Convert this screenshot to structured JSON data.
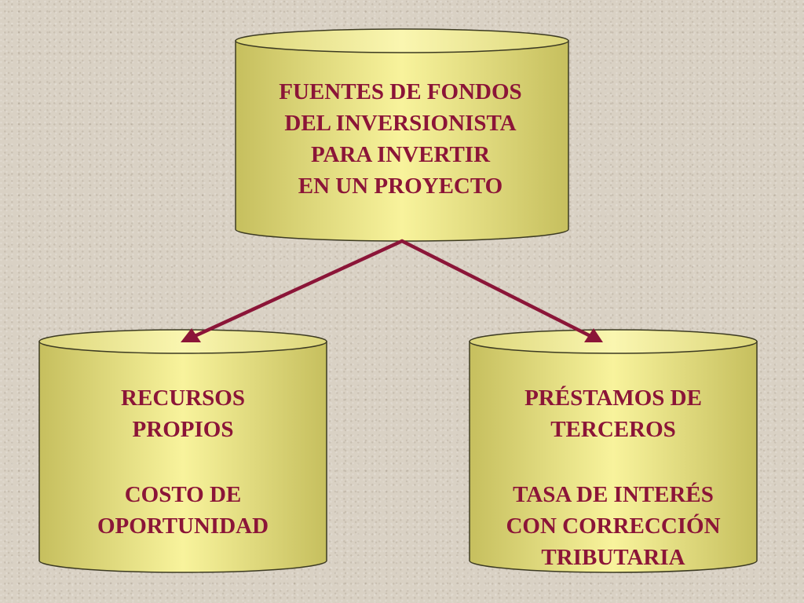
{
  "colors": {
    "cylinder_fill_light": "#f8f39c",
    "cylinder_fill_dark": "#c6bf5e",
    "cylinder_outline": "#3c3a22",
    "text": "#8b1538",
    "arrow": "#8b1538",
    "background": "#d9d1c4"
  },
  "nodes": {
    "top": {
      "text": "FUENTES DE FONDOS\nDEL INVERSIONISTA\nPARA INVERTIR\nEN UN PROYECTO"
    },
    "left": {
      "title": "RECURSOS\nPROPIOS",
      "detail": "COSTO DE\nOPORTUNIDAD"
    },
    "right": {
      "title": "PRÉSTAMOS DE\nTERCEROS",
      "detail": "TASA DE INTERÉS\nCON CORRECCIÓN\nTRIBUTARIA"
    }
  },
  "edges": [
    {
      "from": "top",
      "to": "left"
    },
    {
      "from": "top",
      "to": "right"
    }
  ]
}
